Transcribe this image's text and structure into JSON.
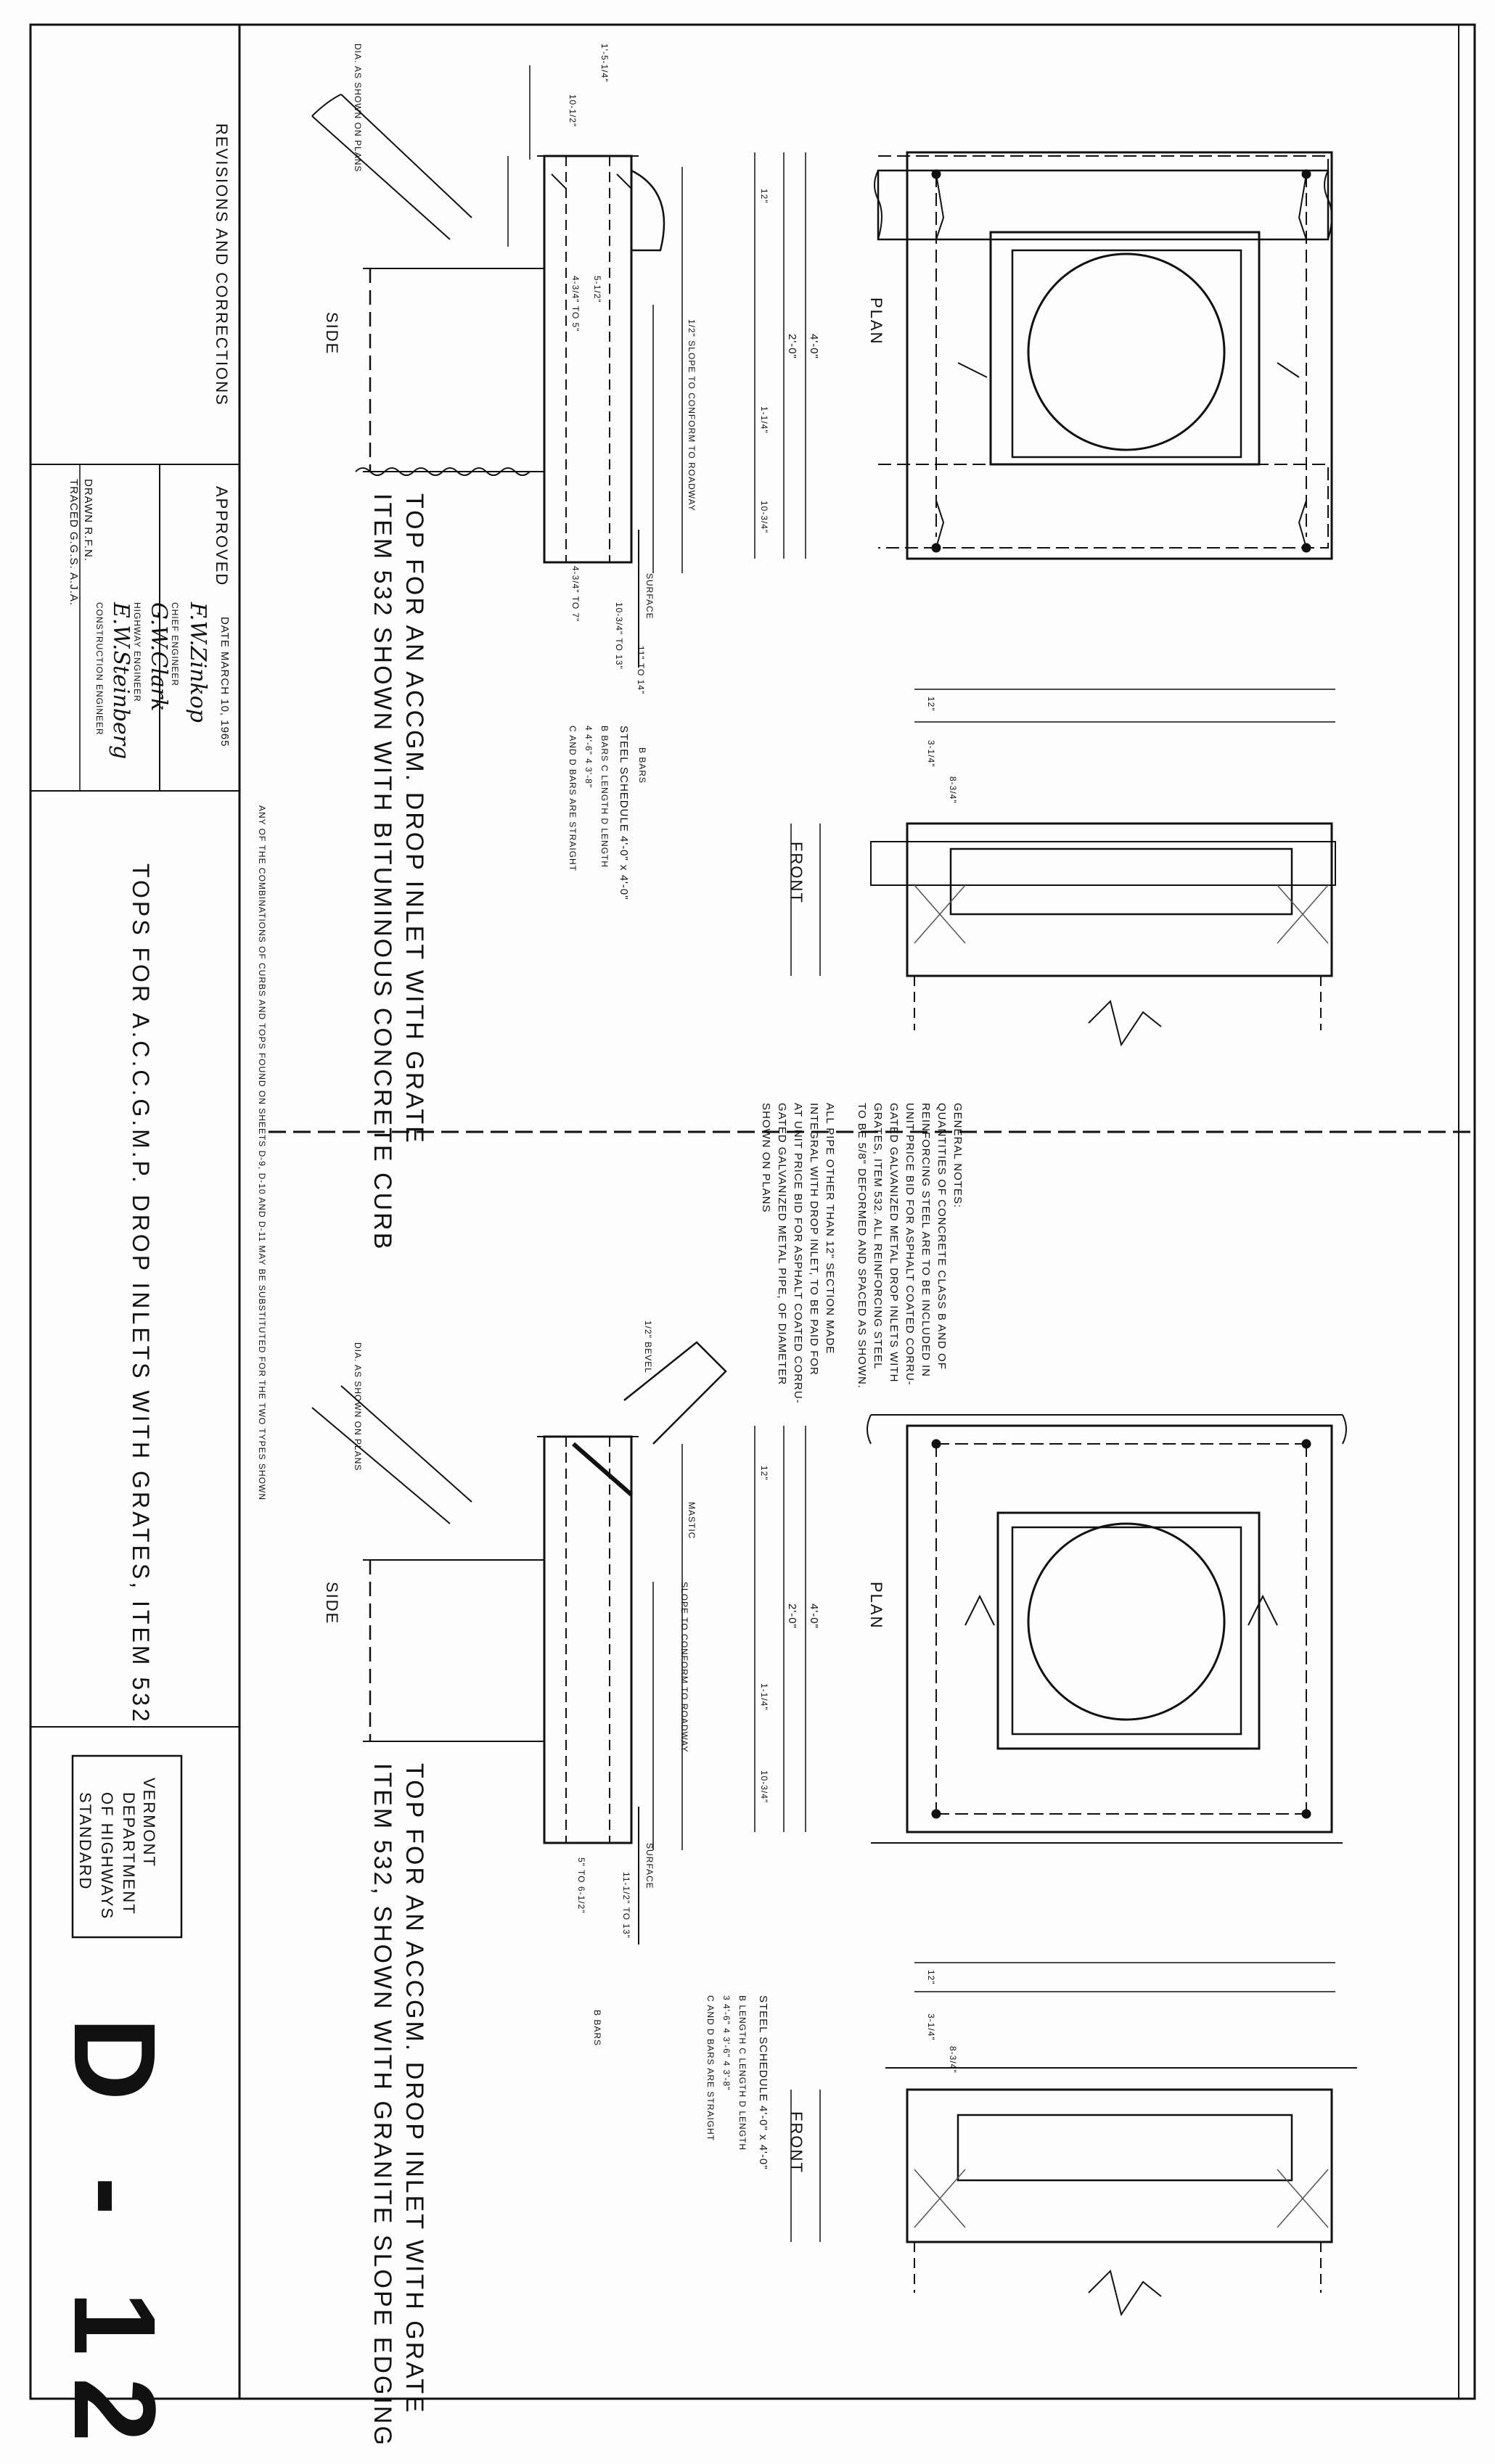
{
  "title_block": {
    "revisions_label": "REVISIONS AND CORRECTIONS",
    "approved_label": "APPROVED",
    "date_label": "DATE MARCH 10, 1965",
    "chief_engineer": "CHIEF ENGINEER",
    "highway_engineer": "HIGHWAY ENGINEER",
    "construction_engineer": "CONSTRUCTION ENGINEER",
    "drawn": "DRAWN R.F.N.",
    "traced": "TRACED G.G.S. A.J.A.",
    "sheet_title": "TOPS FOR A.C.C.G.M.P. DROP INLETS WITH GRATES, ITEM 532",
    "agency_1": "VERMONT",
    "agency_2": "DEPARTMENT",
    "agency_3": "OF HIGHWAYS",
    "agency_4": "STANDARD",
    "sheet_number": "D - 12"
  },
  "substitution_note": "ANY OF THE COMBINATIONS OF CURBS AND TOPS FOUND ON SHEETS D-9, D-10 AND D-11 MAY BE SUBSTITUTED FOR THE TWO TYPES SHOWN",
  "general_notes": {
    "heading": "GENERAL NOTES:",
    "lines": [
      "QUANTITIES OF CONCRETE CLASS B AND OF",
      "REINFORCING STEEL ARE TO BE INCLUDED IN",
      "UNIT PRICE BID FOR ASPHALT COATED CORRU-",
      "GATED GALVANIZED METAL DROP INLETS WITH",
      "GRATES, ITEM 532. ALL REINFORCING STEEL",
      "TO BE 5/8\" DEFORMED AND SPACED AS SHOWN.",
      "",
      "ALL PIPE OTHER THAN 12\" SECTION MADE",
      "INTEGRAL WITH DROP INLET, TO BE PAID FOR",
      "AT UNIT PRICE BID FOR ASPHALT COATED CORRU-",
      "GATED GALVANIZED METAL PIPE, OF DIAMETER",
      "SHOWN ON PLANS"
    ]
  },
  "top_detail": {
    "caption_1": "TOP FOR AN ACCGM. DROP INLET WITH GRATE",
    "caption_2": "ITEM 532 SHOWN WITH BITUMINOUS CONCRETE CURB",
    "plan_label": "PLAN",
    "front_label": "FRONT",
    "side_label": "SIDE",
    "steel_schedule": {
      "title": "STEEL SCHEDULE 4'-0\" x 4'-0\"",
      "header": "B BARS   C LENGTH   D LENGTH",
      "row": "4   4'-6\"   4   3'-8\"",
      "note": "C AND D BARS ARE STRAIGHT",
      "b_bars": "B BARS"
    },
    "dims": {
      "overall": "4'-0\"",
      "inner": "2'-0\"",
      "side_a": "12\"",
      "side_b": "10-3/4\"",
      "side_c": "1-1/4\"",
      "curb_top": "1'-5-1/4\"",
      "curb_w": "10-1/2\"",
      "f_12": "12\"",
      "f_314": "3-1/4\"",
      "f_834": "8-3/4\"",
      "slope_note": "1/2\" SLOPE TO CONFORM TO ROADWAY",
      "dia_note": "DIA. AS SHOWN ON PLANS",
      "surface": "SURFACE",
      "s_512": "5-1/2\"",
      "s_434": "4-3/4\" TO 5\"",
      "s_4347": "4-3/4\" TO 7\"",
      "s_1014": "10-3/4\" TO 13\"",
      "s_1114": "11\" TO 14\""
    }
  },
  "bottom_detail": {
    "caption_1": "TOP FOR AN ACCGM. DROP INLET WITH GRATE",
    "caption_2": "ITEM 532, SHOWN WITH GRANITE SLOPE EDGING",
    "plan_label": "PLAN",
    "front_label": "FRONT",
    "side_label": "SIDE",
    "steel_schedule": {
      "title": "STEEL SCHEDULE 4'-0\" x 4'-0\"",
      "header": "B LENGTH   C LENGTH   D LENGTH",
      "row": "3  4'-6\"   4  3'-6\"   4  3'-8\"",
      "note": "C AND D BARS ARE STRAIGHT",
      "b_bars": "B BARS"
    },
    "dims": {
      "overall": "4'-0\"",
      "inner": "2'-0\"",
      "side_a": "12\"",
      "side_b": "10-3/4\"",
      "side_c": "1-1/4\"",
      "bevel": "1/2\" BEVEL",
      "mastic": "MASTIC",
      "slope_note": "SLOPE TO CONFORM TO ROADWAY",
      "dia_note": "DIA. AS SHOWN ON PLANS",
      "surface": "SURFACE",
      "s_5to612": "5\" TO 6-1/2\"",
      "s_1112": "11-1/2\" TO 13\"",
      "f_12": "12\"",
      "f_314": "3-1/4\"",
      "f_834": "8-3/4\""
    }
  },
  "colors": {
    "ink": "#111111",
    "paper": "#fdfdfd",
    "hatch": "#555555"
  }
}
